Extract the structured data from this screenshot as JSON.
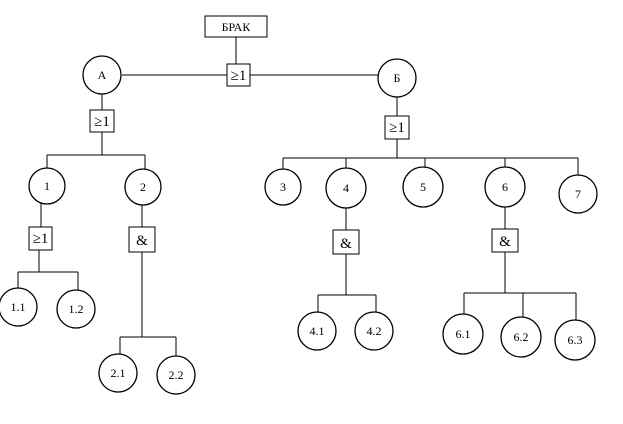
{
  "top_event": {
    "label": "БРАК",
    "gate": "≥1"
  },
  "branches": {
    "A": {
      "label": "А",
      "gate": "≥1",
      "children": {
        "n1": {
          "label": "1",
          "gate": "≥1",
          "leaves": [
            "1.1",
            "1.2"
          ]
        },
        "n2": {
          "label": "2",
          "gate": "&",
          "leaves": [
            "2.1",
            "2.2"
          ]
        }
      }
    },
    "B": {
      "label": "Б",
      "gate": "≥1",
      "children": {
        "n3": {
          "label": "3"
        },
        "n4": {
          "label": "4",
          "gate": "&",
          "leaves": [
            "4.1",
            "4.2"
          ]
        },
        "n5": {
          "label": "5"
        },
        "n6": {
          "label": "6",
          "gate": "&",
          "leaves": [
            "6.1",
            "6.2",
            "6.3"
          ]
        },
        "n7": {
          "label": "7"
        }
      }
    }
  }
}
